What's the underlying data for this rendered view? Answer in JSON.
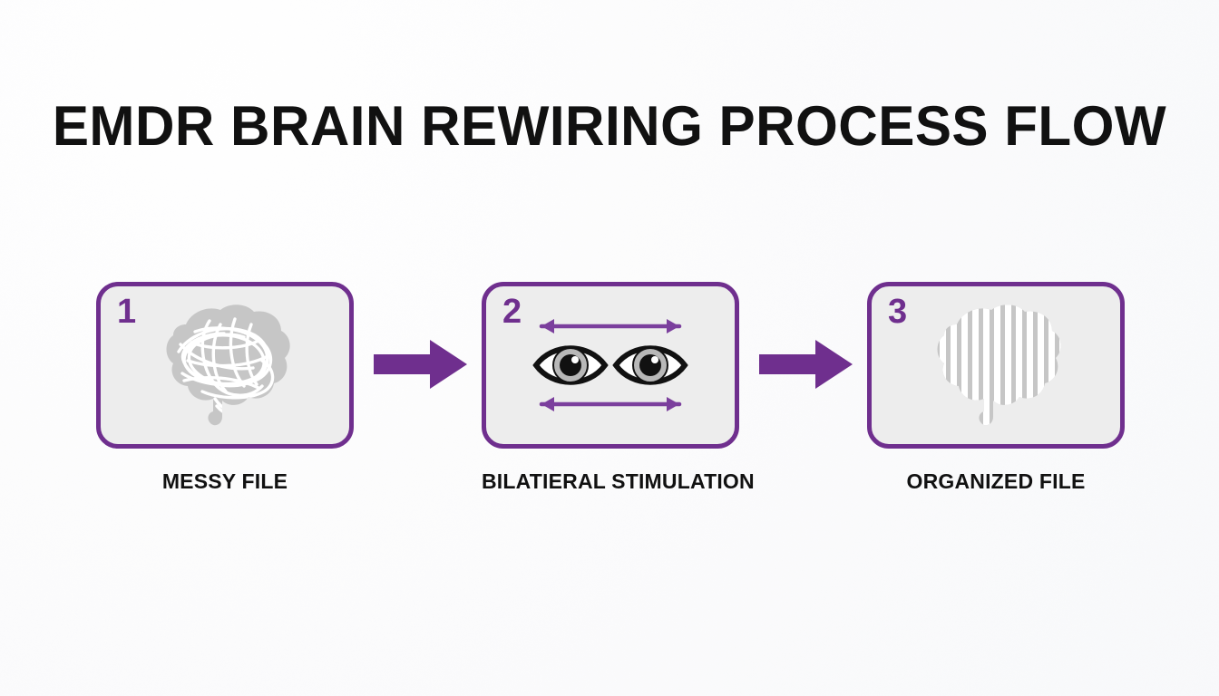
{
  "page": {
    "title": "EMDR BRAIN REWIRING PROCESS FLOW",
    "background_color": "#fcfcfd",
    "accent_color": "#6f2f8e",
    "card_fill_color": "#ededed",
    "art_gray": "#c6c6c6",
    "text_color": "#111111"
  },
  "flow": {
    "steps": [
      {
        "number": "1",
        "caption": "MESSY FILE",
        "icon": "tangled-brain-icon"
      },
      {
        "number": "2",
        "caption": "BILATIERAL STIMULATION",
        "icon": "eyes-bilateral-movement-icon"
      },
      {
        "number": "3",
        "caption": "ORGANIZED FILE",
        "icon": "striped-brain-icon"
      }
    ],
    "connectors": [
      {
        "icon": "arrow-right-icon"
      },
      {
        "icon": "arrow-right-icon"
      }
    ]
  }
}
